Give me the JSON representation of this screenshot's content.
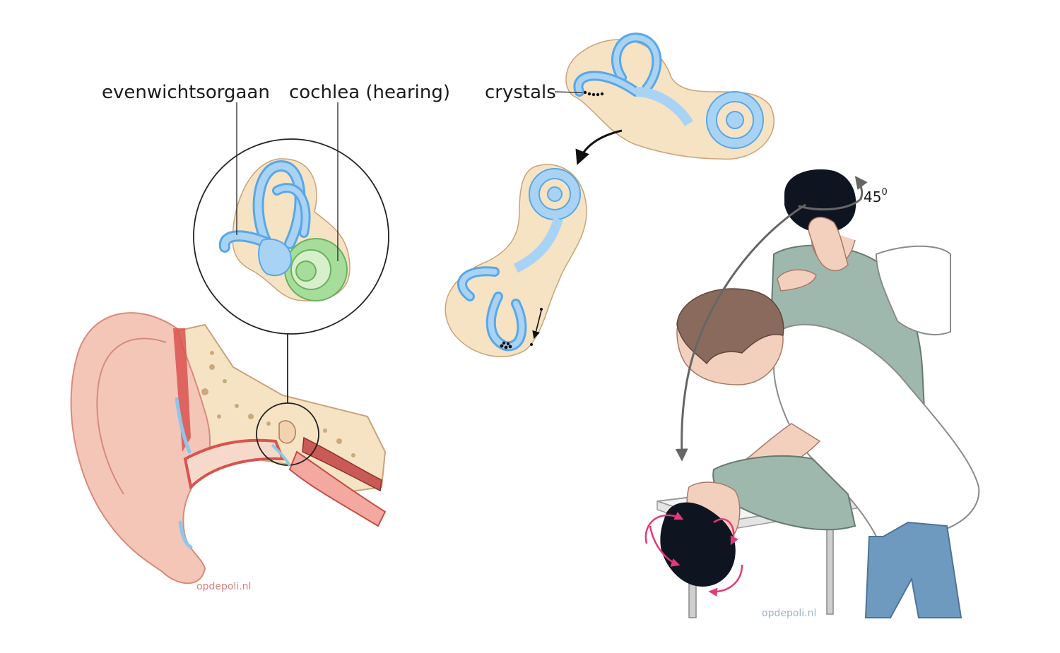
{
  "labels": {
    "balance_organ": "evenwichtsorgaan",
    "cochlea": "cochlea (hearing)",
    "crystals": "crystals",
    "angle": "45",
    "angle_sup": "0"
  },
  "watermarks": {
    "left": "opdepoli.nl",
    "right": "opdepoli.nl"
  },
  "colors": {
    "skin": "#f3c6b8",
    "bone": "#f5e3c4",
    "labyrinth": "#a9d3f5",
    "labyrinth_stroke": "#5aa7e6",
    "cochlea": "#a6dd9a",
    "hair": "#0f1520",
    "shirt_patient": "#9fb8ad",
    "jeans": "#6f9ac0",
    "arrow_rotation": "#e23a78",
    "watermark_left": "#d98080",
    "watermark_right": "#9bb4c4"
  }
}
